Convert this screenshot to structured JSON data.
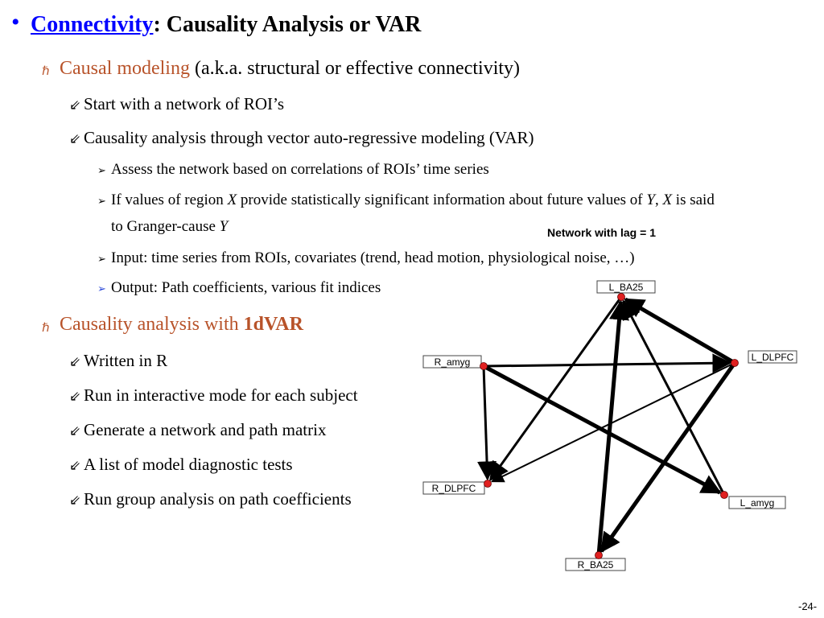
{
  "title": {
    "bullet": "•",
    "link": "Connectivity",
    "rest": ": Causality Analysis or VAR"
  },
  "items": [
    {
      "marker": "ℏ",
      "colored": "Causal modeling",
      "rest": " (a.k.a. structural or effective connectivity)",
      "subitems": [
        {
          "marker": "⇙",
          "text": "Start with a network of ROI’s"
        },
        {
          "marker": "⇙",
          "text": "Causality analysis through vector auto-regressive modeling (VAR)"
        }
      ],
      "details": [
        {
          "marker": "➢",
          "text": "Assess the network based on correlations of ROIs’ time series"
        },
        {
          "marker": "➢",
          "pre": "If values of region ",
          "x": "X",
          "mid": " provide statistically significant information about future values of ",
          "y": "Y",
          "comma": ", ",
          "x2": "X",
          "end": " is said",
          "cont": "to Granger-cause ",
          "y2": "Y"
        },
        {
          "marker": "➢",
          "text": "Input: time series from ROIs, covariates (trend, head motion, physiological noise, …)"
        },
        {
          "marker": "➢",
          "text": "Output: Path coefficients, various fit indices"
        }
      ]
    },
    {
      "marker": "ℏ",
      "colored": "Causality analysis with ",
      "bold": "1dVAR",
      "subitems": [
        {
          "marker": "⇙",
          "text": "Written in R"
        },
        {
          "marker": "⇙",
          "text": "Run in interactive mode for each subject"
        },
        {
          "marker": "⇙",
          "text": "Generate a network and path matrix"
        },
        {
          "marker": "⇙",
          "text": "A list of model diagnostic tests"
        },
        {
          "marker": "⇙",
          "text": "Run group analysis on path coefficients"
        }
      ]
    }
  ],
  "network": {
    "title": "Network with lag = 1",
    "nodes": [
      {
        "id": "L_BA25",
        "label": "L_BA25"
      },
      {
        "id": "L_DLPFC",
        "label": "L_DLPFC"
      },
      {
        "id": "R_amyg",
        "label": "R_amyg"
      },
      {
        "id": "R_DLPFC",
        "label": "R_DLPFC"
      },
      {
        "id": "L_amyg",
        "label": "L_amyg"
      },
      {
        "id": "R_BA25",
        "label": "R_BA25"
      }
    ],
    "edges": [
      {
        "from": "R_BA25",
        "to": "L_BA25",
        "weight": "thick"
      },
      {
        "from": "L_BA25",
        "to": "R_DLPFC",
        "weight": "medium"
      },
      {
        "from": "L_DLPFC",
        "to": "L_BA25",
        "weight": "thick"
      },
      {
        "from": "L_amyg",
        "to": "L_BA25",
        "weight": "medium"
      },
      {
        "from": "R_amyg",
        "to": "L_DLPFC",
        "weight": "medium"
      },
      {
        "from": "R_amyg",
        "to": "L_amyg",
        "weight": "thick"
      },
      {
        "from": "R_amyg",
        "to": "R_DLPFC",
        "weight": "medium"
      },
      {
        "from": "L_DLPFC",
        "to": "R_DLPFC",
        "weight": "thin"
      },
      {
        "from": "L_DLPFC",
        "to": "R_BA25",
        "weight": "thick"
      }
    ],
    "node_color": "#e02020"
  },
  "page_number": "-24-"
}
